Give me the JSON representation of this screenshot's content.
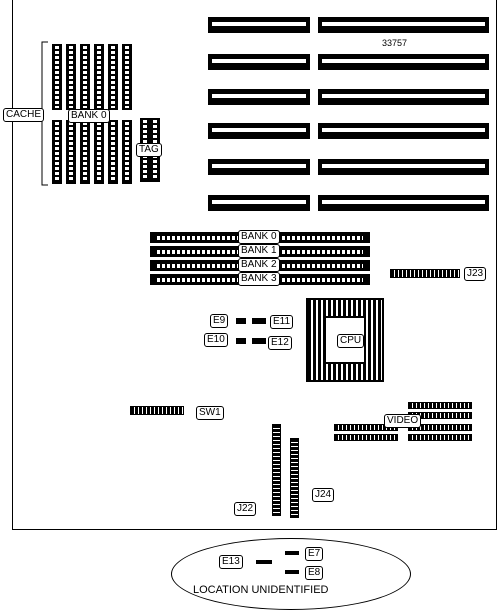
{
  "model_code": "33757",
  "labels": {
    "cache": "CACHE",
    "cache_bank": "BANK 0",
    "tag": "TAG",
    "bank0": "BANK 0",
    "bank1": "BANK 1",
    "bank2": "BANK 2",
    "bank3": "BANK 3",
    "j23": "J23",
    "e9": "E9",
    "e11": "E11",
    "e10": "E10",
    "e12": "E12",
    "cpu": "CPU",
    "sw1": "SW1",
    "video": "VIDEO",
    "j22": "J22",
    "j24": "J24",
    "e13": "E13",
    "e7": "E7",
    "e8": "E8",
    "location_unidentified": "LOCATION UNIDENTIFIED"
  }
}
